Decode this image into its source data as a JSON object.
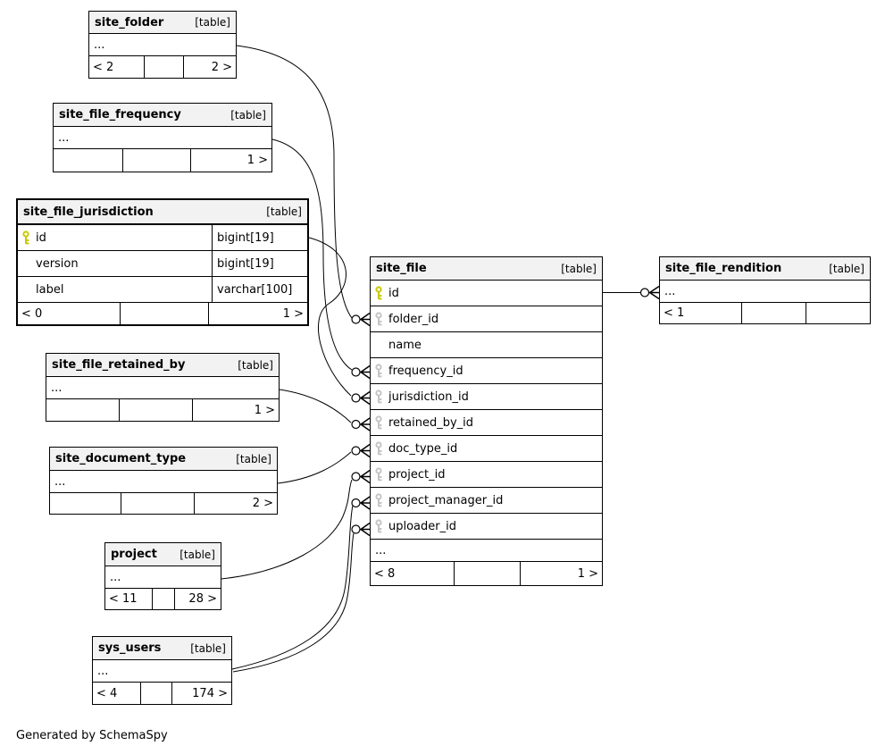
{
  "page": {
    "footer_note": "Generated by SchemaSpy"
  },
  "colors": {
    "primary_key": "#c8c800",
    "foreign_key": "#c4c4c4",
    "table_header_bg": "#f2f2f2",
    "border": "#000000",
    "background": "#ffffff"
  },
  "tables": {
    "site_folder": {
      "name": "site_folder",
      "tag": "[table]",
      "ellipsis": "...",
      "footer": {
        "left": "< 2",
        "mid": "",
        "right": "2 >"
      }
    },
    "site_file_frequency": {
      "name": "site_file_frequency",
      "tag": "[table]",
      "ellipsis": "...",
      "footer": {
        "left": "",
        "mid": "",
        "right": "1 >"
      }
    },
    "site_file_jurisdiction": {
      "name": "site_file_jurisdiction",
      "tag": "[table]",
      "columns": [
        {
          "name": "id",
          "type": "bigint[19]",
          "key": "primary"
        },
        {
          "name": "version",
          "type": "bigint[19]",
          "key": ""
        },
        {
          "name": "label",
          "type": "varchar[100]",
          "key": ""
        }
      ],
      "footer": {
        "left": "< 0",
        "mid": "",
        "right": "1 >"
      }
    },
    "site_file_retained_by": {
      "name": "site_file_retained_by",
      "tag": "[table]",
      "ellipsis": "...",
      "footer": {
        "left": "",
        "mid": "",
        "right": "1 >"
      }
    },
    "site_document_type": {
      "name": "site_document_type",
      "tag": "[table]",
      "ellipsis": "...",
      "footer": {
        "left": "",
        "mid": "",
        "right": "2 >"
      }
    },
    "project": {
      "name": "project",
      "tag": "[table]",
      "ellipsis": "...",
      "footer": {
        "left": "< 11",
        "mid": "",
        "right": "28 >"
      }
    },
    "sys_users": {
      "name": "sys_users",
      "tag": "[table]",
      "ellipsis": "...",
      "footer": {
        "left": "< 4",
        "mid": "",
        "right": "174 >"
      }
    },
    "site_file": {
      "name": "site_file",
      "tag": "[table]",
      "ellipsis": "...",
      "columns": [
        {
          "name": "id",
          "key": "primary"
        },
        {
          "name": "folder_id",
          "key": "foreign"
        },
        {
          "name": "name",
          "key": ""
        },
        {
          "name": "frequency_id",
          "key": "foreign"
        },
        {
          "name": "jurisdiction_id",
          "key": "foreign"
        },
        {
          "name": "retained_by_id",
          "key": "foreign"
        },
        {
          "name": "doc_type_id",
          "key": "foreign"
        },
        {
          "name": "project_id",
          "key": "foreign"
        },
        {
          "name": "project_manager_id",
          "key": "foreign"
        },
        {
          "name": "uploader_id",
          "key": "foreign"
        }
      ],
      "footer": {
        "left": "< 8",
        "mid": "",
        "right": "1 >"
      }
    },
    "site_file_rendition": {
      "name": "site_file_rendition",
      "tag": "[table]",
      "ellipsis": "...",
      "footer": {
        "left": "< 1",
        "mid": "",
        "right": ""
      }
    }
  }
}
